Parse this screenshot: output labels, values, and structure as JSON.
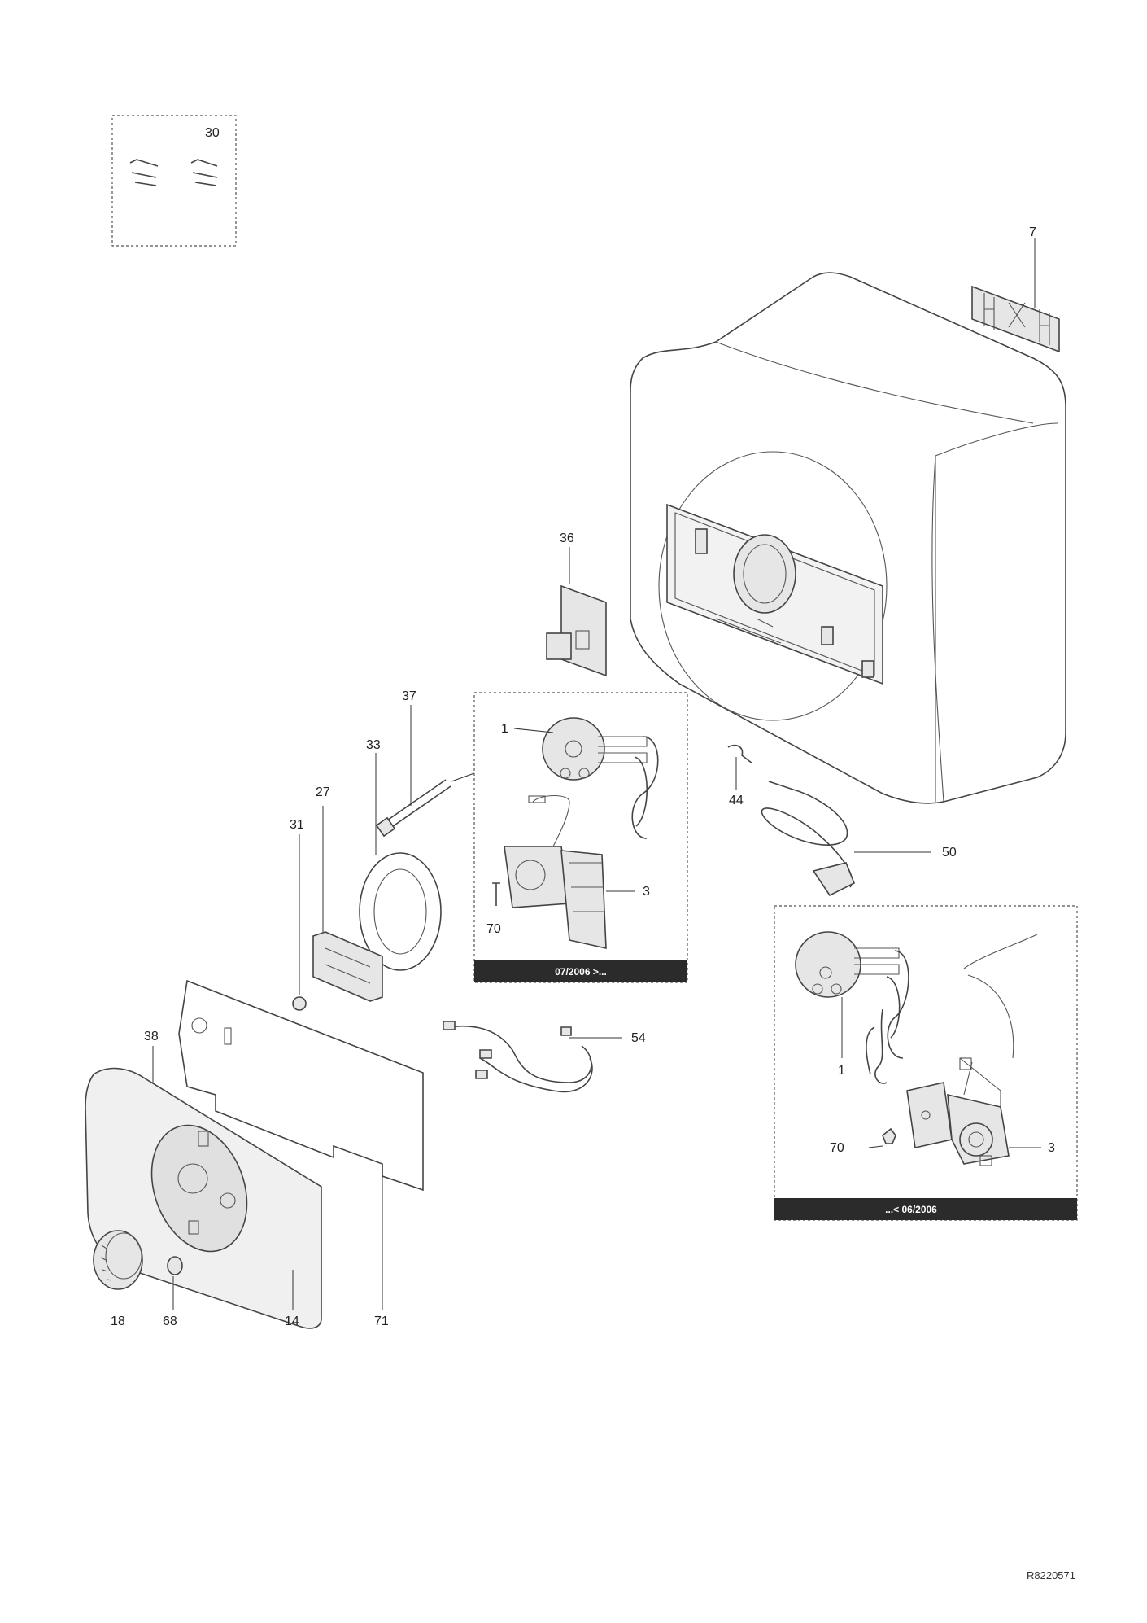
{
  "labels": {
    "l30": "30",
    "l7": "7",
    "l36": "36",
    "l37": "37",
    "l33": "33",
    "l27": "27",
    "l31": "31",
    "l1a": "1",
    "l3a": "3",
    "l70a": "70",
    "l44": "44",
    "l50": "50",
    "l54": "54",
    "l38": "38",
    "l71": "71",
    "l18": "18",
    "l68": "68",
    "l14": "14",
    "l1b": "1",
    "l70b": "70",
    "l3b": "3"
  },
  "inset_new": {
    "caption": "07/2006 >..."
  },
  "inset_old": {
    "caption": "...< 06/2006"
  },
  "document_ref": "R8220571",
  "colors": {
    "caption_bar": "#2b2b2b",
    "line": "#444444",
    "panel_fill": "#e6e6e6"
  }
}
